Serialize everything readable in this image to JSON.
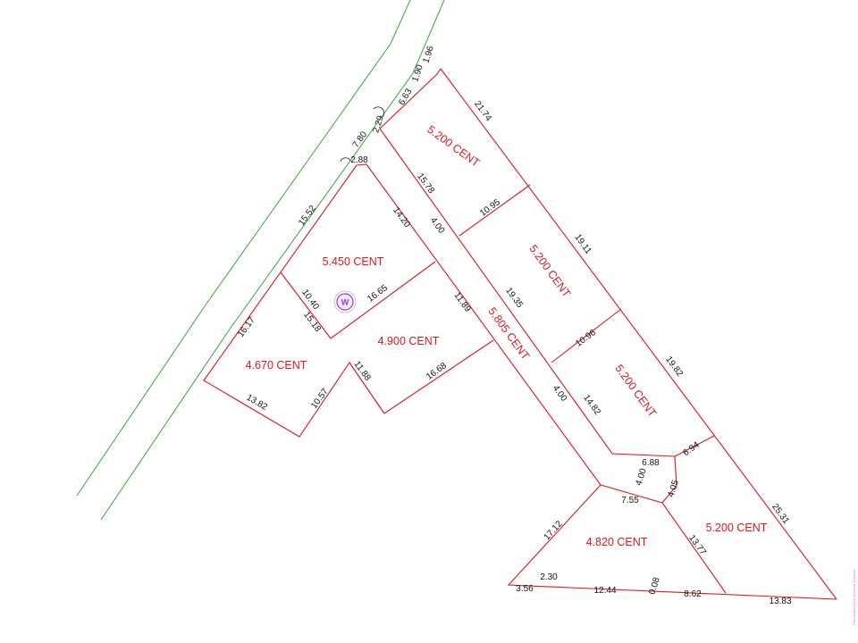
{
  "plots": [
    {
      "id": "plot-top-right-1",
      "area": "5.200 CENT"
    },
    {
      "id": "plot-top-left",
      "area": "5.450 CENT"
    },
    {
      "id": "plot-right-2",
      "area": "5.200 CENT"
    },
    {
      "id": "plot-middle",
      "area": "4.900 CENT"
    },
    {
      "id": "plot-right-3",
      "area": "5.200 CENT"
    },
    {
      "id": "plot-left",
      "area": "4.670 CENT"
    },
    {
      "id": "plot-bottom-middle",
      "area": "4.820 CENT"
    },
    {
      "id": "plot-bottom-right",
      "area": "5.200 CENT"
    }
  ],
  "road_area": "5.805 CENT",
  "well_label": "W",
  "dimensions": [
    "21.74",
    "1.90",
    "1.96",
    "6.63",
    "2.29",
    "7.80",
    "2.88",
    "15.78",
    "10.95",
    "4.00",
    "15.52",
    "14.20",
    "19.11",
    "19.35",
    "11.89",
    "16.65",
    "10.40",
    "15.18",
    "16.17",
    "11.88",
    "16.68",
    "10.96",
    "19.82",
    "13.82",
    "10.57",
    "4.00",
    "14.82",
    "6.88",
    "6.94",
    "4.00",
    "4.05",
    "7.55",
    "17.12",
    "13.77",
    "25.31",
    "2.30",
    "3.56",
    "12.44",
    "0.08",
    "8.62",
    "13.83"
  ],
  "side_note": "Plan prepared by licensed surveyor"
}
